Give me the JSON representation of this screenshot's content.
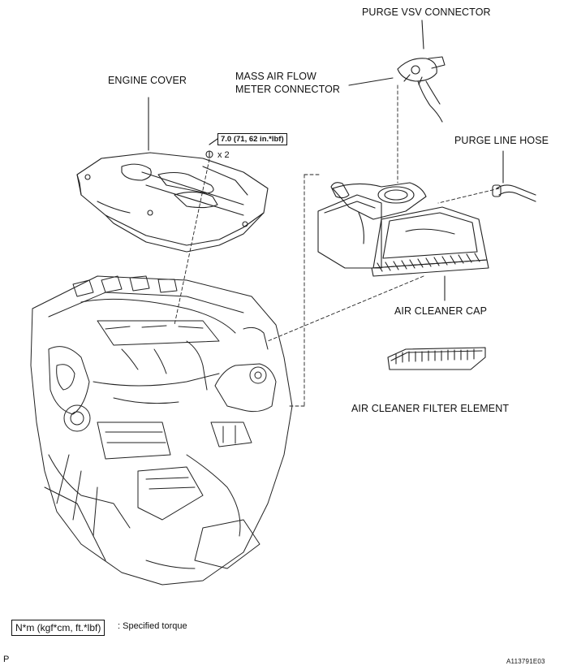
{
  "labels": {
    "purge_vsv_connector": "PURGE VSV CONNECTOR",
    "mass_air_flow_line1": "MASS AIR FLOW",
    "mass_air_flow_line2": "METER CONNECTOR",
    "engine_cover": "ENGINE COVER",
    "purge_line_hose": "PURGE LINE HOSE",
    "air_cleaner_cap": "AIR CLEANER CAP",
    "air_cleaner_filter_element": "AIR CLEANER FILTER ELEMENT"
  },
  "torque": {
    "value": "7.0 (71, 62 in.*lbf)",
    "quantity": "x 2"
  },
  "legend": {
    "unit_box": "N*m (kgf*cm, ft.*lbf)",
    "description": ": Specified torque"
  },
  "footer": {
    "page_marker": "P",
    "figure_id": "A113791E03"
  }
}
